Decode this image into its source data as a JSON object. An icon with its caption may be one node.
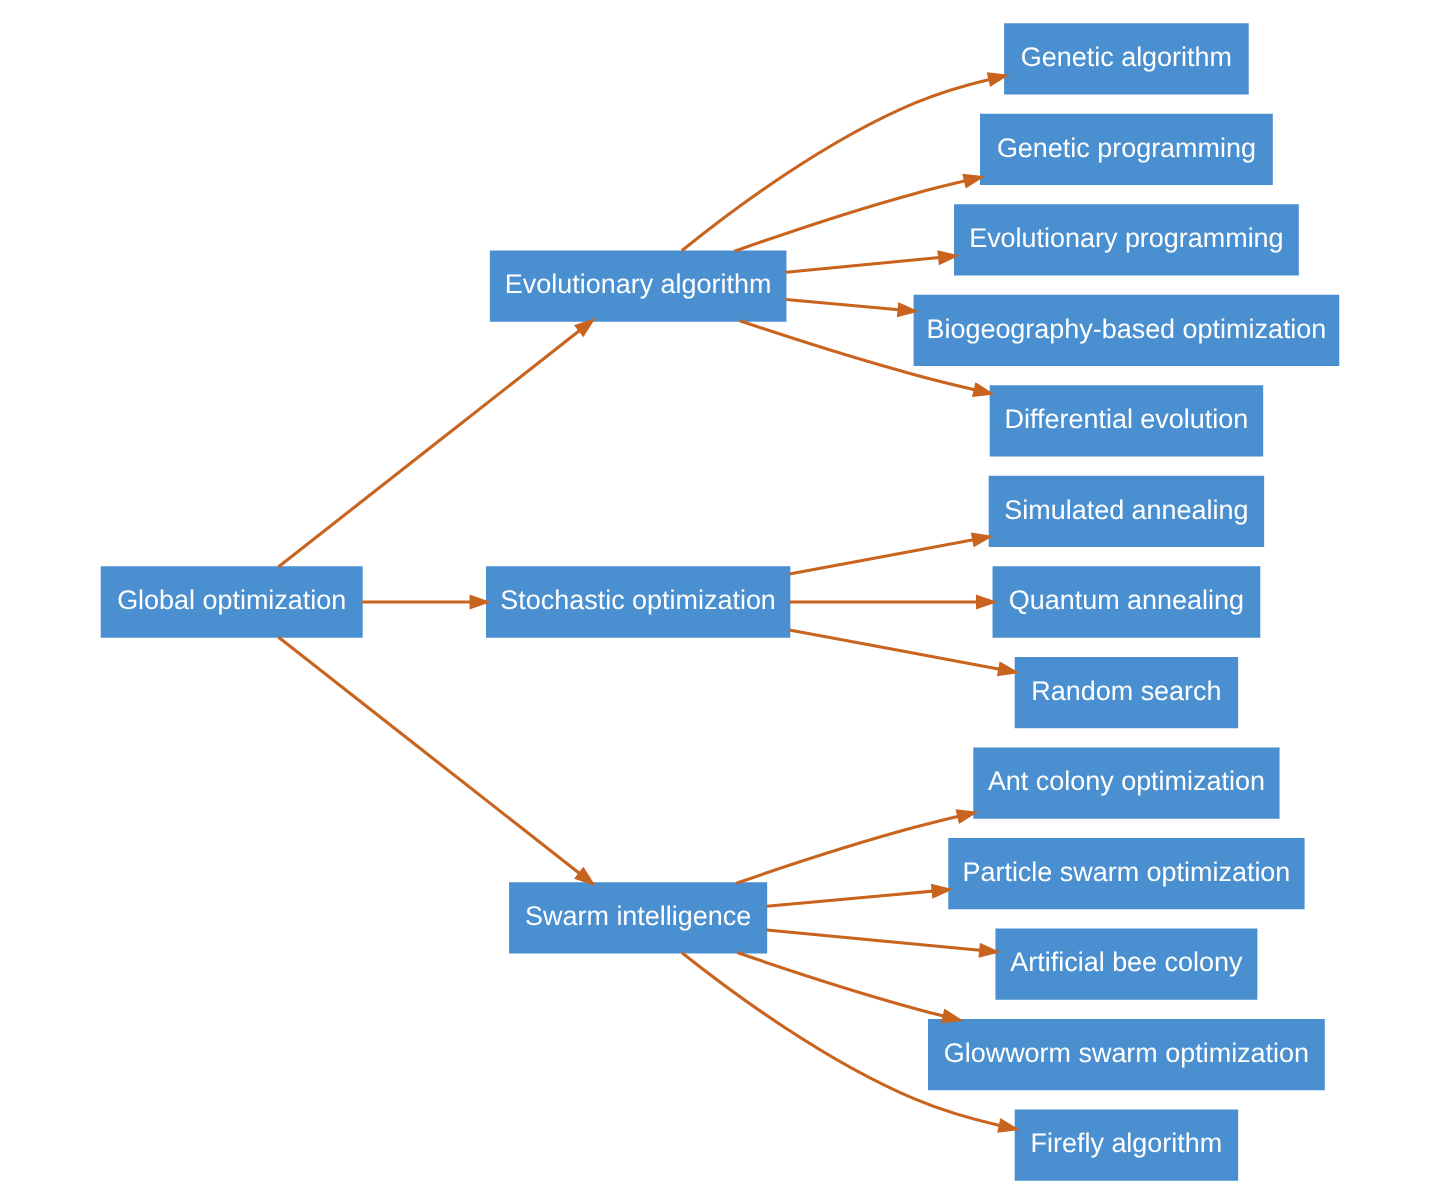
{
  "diagram": {
    "nodes": [
      {
        "text": [
          "Global optimization"
        ]
      },
      {
        "text": [
          "Evolutionary algorithm"
        ]
      },
      {
        "text": [
          "Stochastic optimization"
        ]
      },
      {
        "text": [
          "Swarm intelligence"
        ]
      },
      {
        "text": [
          "Genetic algorithm"
        ]
      },
      {
        "text": [
          "Genetic programming"
        ]
      },
      {
        "text": [
          "Evolutionary programming"
        ]
      },
      {
        "text": [
          "Biogeography-based optimization"
        ]
      },
      {
        "text": [
          "Differential evolution"
        ]
      },
      {
        "text": [
          "Simulated annealing"
        ]
      },
      {
        "text": [
          "Quantum annealing"
        ]
      },
      {
        "text": [
          "Random search"
        ]
      },
      {
        "text": [
          "Ant colony optimization"
        ]
      },
      {
        "text": [
          "Particle swarm optimization"
        ]
      },
      {
        "text": [
          "Artificial bee colony"
        ]
      },
      {
        "text": [
          "Glowworm swarm optimization"
        ]
      },
      {
        "text": [
          "Firefly algorithm"
        ]
      }
    ],
    "edges": [
      {
        "from": 0,
        "to": 1,
        "arrow": "to"
      },
      {
        "from": 0,
        "to": 2,
        "arrow": "to"
      },
      {
        "from": 0,
        "to": 3,
        "arrow": "to"
      },
      {
        "from": 1,
        "to": 4,
        "arrow": "to"
      },
      {
        "from": 1,
        "to": 5,
        "arrow": "to"
      },
      {
        "from": 1,
        "to": 6,
        "arrow": "to"
      },
      {
        "from": 1,
        "to": 7,
        "arrow": "to"
      },
      {
        "from": 1,
        "to": 8,
        "arrow": "to"
      },
      {
        "from": 2,
        "to": 9,
        "arrow": "to"
      },
      {
        "from": 2,
        "to": 10,
        "arrow": "to"
      },
      {
        "from": 2,
        "to": 11,
        "arrow": "to"
      },
      {
        "from": 3,
        "to": 12,
        "arrow": "to"
      },
      {
        "from": 3,
        "to": 13,
        "arrow": "to"
      },
      {
        "from": 3,
        "to": 14,
        "arrow": "to"
      },
      {
        "from": 3,
        "to": 15,
        "arrow": "to"
      },
      {
        "from": 3,
        "to": 16,
        "arrow": "to"
      }
    ]
  }
}
